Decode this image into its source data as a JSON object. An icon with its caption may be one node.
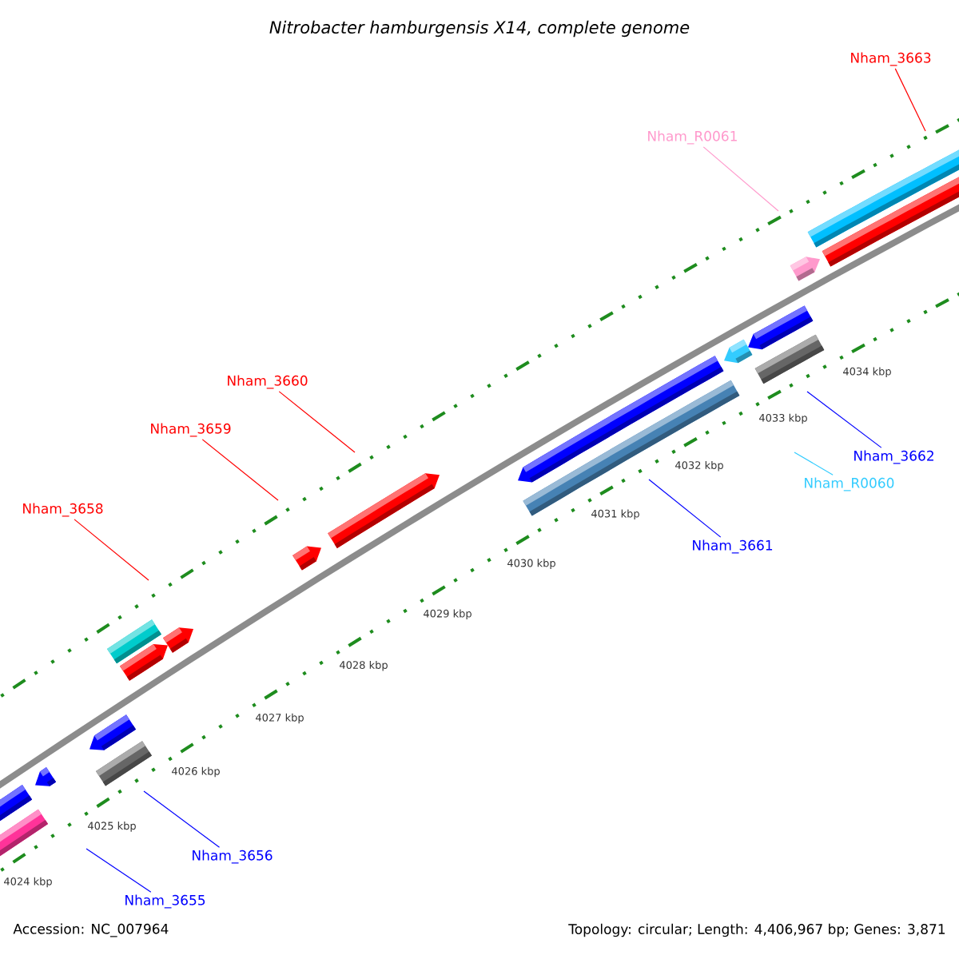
{
  "diagram": {
    "title": "Nitrobacter hamburgensis X14, complete genome",
    "nodes": [
      {
        "text": [
          "Nham_3663"
        ]
      },
      {
        "text": [
          "Nham_R0061"
        ]
      },
      {
        "text": [
          "Nham_3660"
        ]
      },
      {
        "text": [
          "Nham_3659"
        ]
      },
      {
        "text": [
          "Nham_3658"
        ]
      },
      {
        "text": [
          "Nham_3662"
        ]
      },
      {
        "text": [
          "Nham_R0060"
        ]
      },
      {
        "text": [
          "Nham_3661"
        ]
      },
      {
        "text": [
          "Nham_3656"
        ]
      },
      {
        "text": [
          "Nham_3655"
        ]
      }
    ],
    "edges": [
      {
        "from": 0,
        "to": null,
        "arrow": "none",
        "color": "#ff0000"
      },
      {
        "from": 1,
        "to": null,
        "arrow": "none",
        "color": "#ff99cc"
      },
      {
        "from": 2,
        "to": null,
        "arrow": "none",
        "color": "#ff0000"
      },
      {
        "from": 3,
        "to": null,
        "arrow": "none",
        "color": "#ff0000"
      },
      {
        "from": 4,
        "to": null,
        "arrow": "none",
        "color": "#ff0000"
      },
      {
        "from": 5,
        "to": null,
        "arrow": "none",
        "color": "#0000ff"
      },
      {
        "from": 6,
        "to": null,
        "arrow": "none",
        "color": "#33ccff"
      },
      {
        "from": 7,
        "to": null,
        "arrow": "none",
        "color": "#0000ff"
      },
      {
        "from": 8,
        "to": null,
        "arrow": "none",
        "color": "#0000ff"
      },
      {
        "from": 9,
        "to": null,
        "arrow": "none",
        "color": "#0000ff"
      }
    ],
    "labels": [
      "4034 kbp",
      "4033 kbp",
      "4032 kbp",
      "4031 kbp",
      "4030 kbp",
      "4029 kbp",
      "4028 kbp",
      "4027 kbp",
      "4026 kbp",
      "4025 kbp",
      "4024 kbp",
      "Accession: NC_007964",
      "Topology: circular; Length: 4,406,967 bp; Genes: 3,871"
    ]
  }
}
